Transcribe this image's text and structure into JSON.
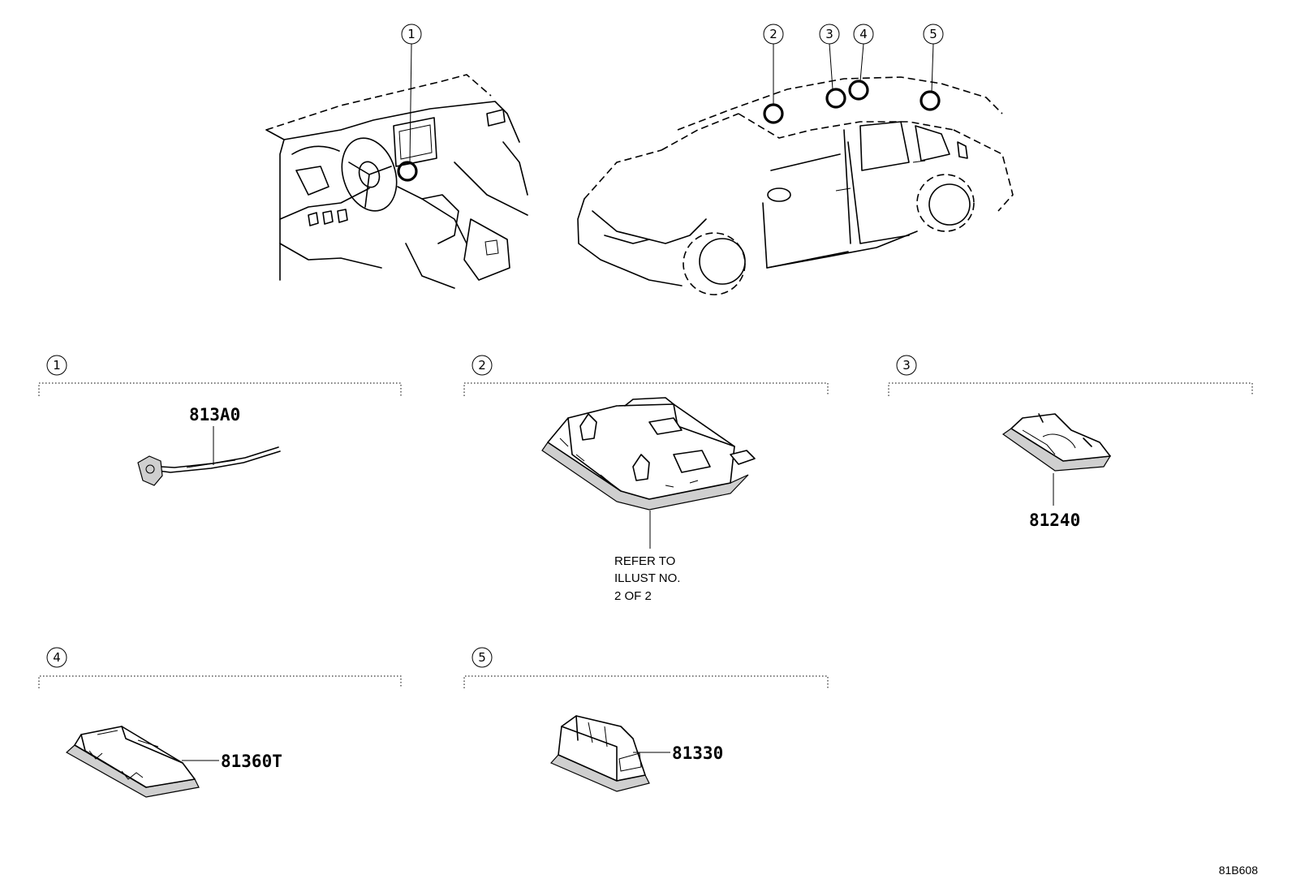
{
  "callouts": [
    "1",
    "2",
    "3",
    "4",
    "5"
  ],
  "parts": {
    "p1": {
      "number": "813A0"
    },
    "p2": {
      "note_lines": [
        "REFER TO",
        "ILLUST NO.",
        "2 OF 2"
      ]
    },
    "p3": {
      "number": "81240"
    },
    "p4": {
      "number": "81360T"
    },
    "p5": {
      "number": "81330"
    }
  },
  "illustration_code": "81B608"
}
